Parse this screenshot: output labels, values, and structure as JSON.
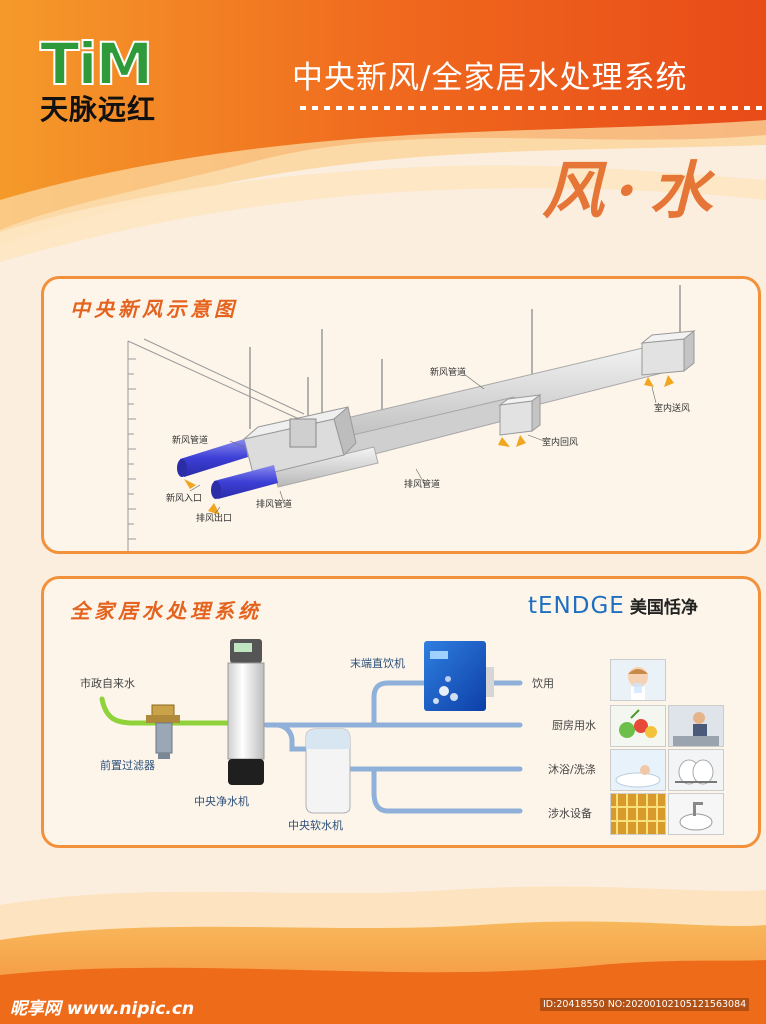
{
  "header": {
    "logo_text": "TiM",
    "brand_name": "天脉远红",
    "main_title": "中央新风/全家居水处理系统",
    "calligraphy": "风·水"
  },
  "air_panel": {
    "title": "中央新风示意图",
    "labels": {
      "fresh_duct_top": "新风管道",
      "fresh_duct_left": "新风管道",
      "fresh_inlet": "新风入口",
      "exhaust_outlet": "排风出口",
      "exhaust_duct_left": "排风管道",
      "exhaust_duct_mid": "排风管道",
      "indoor_return": "室内回风",
      "indoor_supply": "室内送风"
    }
  },
  "water_panel": {
    "title": "全家居水处理系统",
    "partner_logo": "tENDGE",
    "partner_name": "美国恬净",
    "labels": {
      "municipal_water": "市政自来水",
      "pre_filter": "前置过滤器",
      "central_purifier": "中央净水机",
      "central_softener": "中央软水机",
      "terminal_dispenser": "末端直饮机",
      "drinking": "饮用",
      "kitchen": "厨房用水",
      "bath": "沐浴/洗涤",
      "appliances": "涉水设备"
    }
  },
  "footer": {
    "watermark": "昵享网 www.nipic.cn",
    "id_text": "ID:20418550 NO:20200102105121563084"
  },
  "colors": {
    "orange": "#f07a1e",
    "panel_border": "#f2913a",
    "pipe_green": "#8fd23a",
    "pipe_blue": "#8fb0d8",
    "duct_blue": "#3d3fd6",
    "logo_green": "#2e9a3a"
  }
}
